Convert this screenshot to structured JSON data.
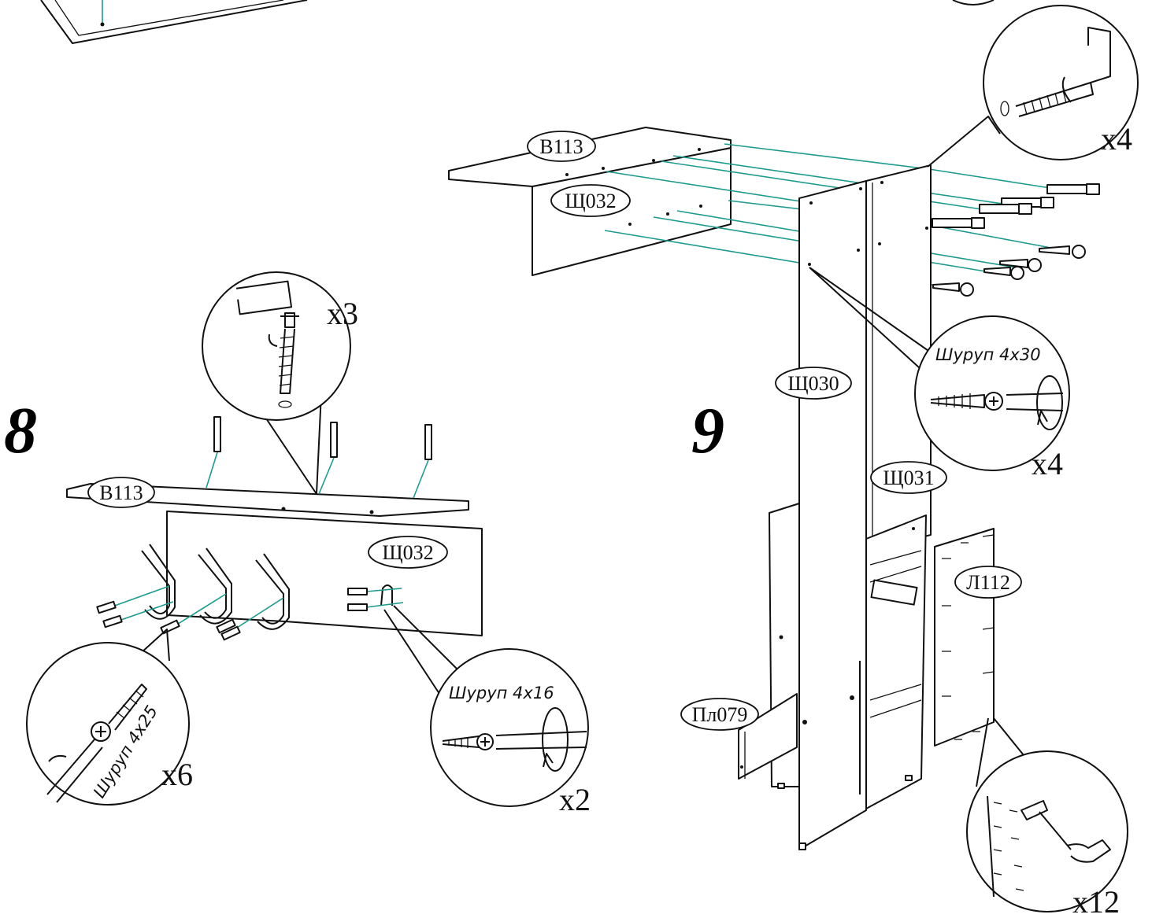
{
  "steps": {
    "step8": {
      "number": "8"
    },
    "step9": {
      "number": "9"
    }
  },
  "step8": {
    "parts": {
      "shelf": "В113",
      "back_panel": "Щ032"
    },
    "callouts": {
      "confirmat": {
        "quantity": "x3"
      },
      "screw_4x25": {
        "label": "Шуруп 4x25",
        "quantity": "x6"
      },
      "screw_4x16": {
        "label": "Шуруп 4x16",
        "quantity": "x2"
      }
    }
  },
  "step9": {
    "parts": {
      "top_shelf": "В113",
      "top_back": "Щ032",
      "side_left": "Щ030",
      "side_right": "Щ031",
      "plinth": "Пл079",
      "back_fiberboard": "Л112"
    },
    "callouts": {
      "confirmat": {
        "quantity": "x4"
      },
      "screw_4x30": {
        "label": "Шуруп 4x30",
        "quantity": "x4"
      },
      "nails": {
        "quantity": "x12"
      }
    }
  },
  "colors": {
    "line": "#111111",
    "guide": "#1f9a8e",
    "background": "#ffffff"
  }
}
